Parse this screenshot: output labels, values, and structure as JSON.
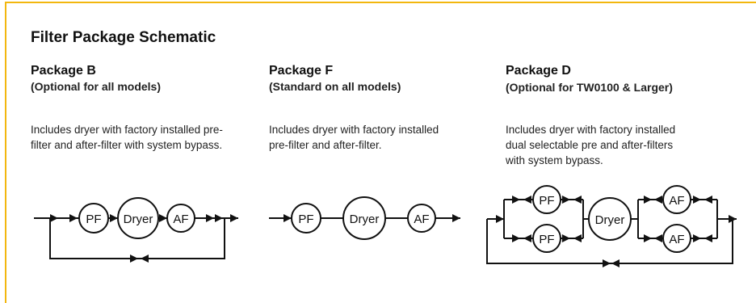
{
  "page": {
    "title": "Filter Package Schematic",
    "accent_color": "#f2b70f"
  },
  "packages": [
    {
      "name": "Package B",
      "subtitle": "(Optional for all models)",
      "desc_line1": "Includes dryer with factory installed pre-",
      "desc_line2": "filter and after-filter with system bypass."
    },
    {
      "name": "Package  F",
      "subtitle": "(Standard on all models)",
      "desc_line1": "Includes dryer with factory installed",
      "desc_line2": "pre-filter and after-filter."
    },
    {
      "name": "Package D",
      "subtitle": "(Optional for TW0100 & Larger)",
      "desc_line1": "Includes dryer with factory installed",
      "desc_line2": "dual selectable pre and after-filters",
      "desc_line3": "with system bypass."
    }
  ],
  "labels": {
    "pf": "PF",
    "af": "AF",
    "dryer": "Dryer"
  }
}
